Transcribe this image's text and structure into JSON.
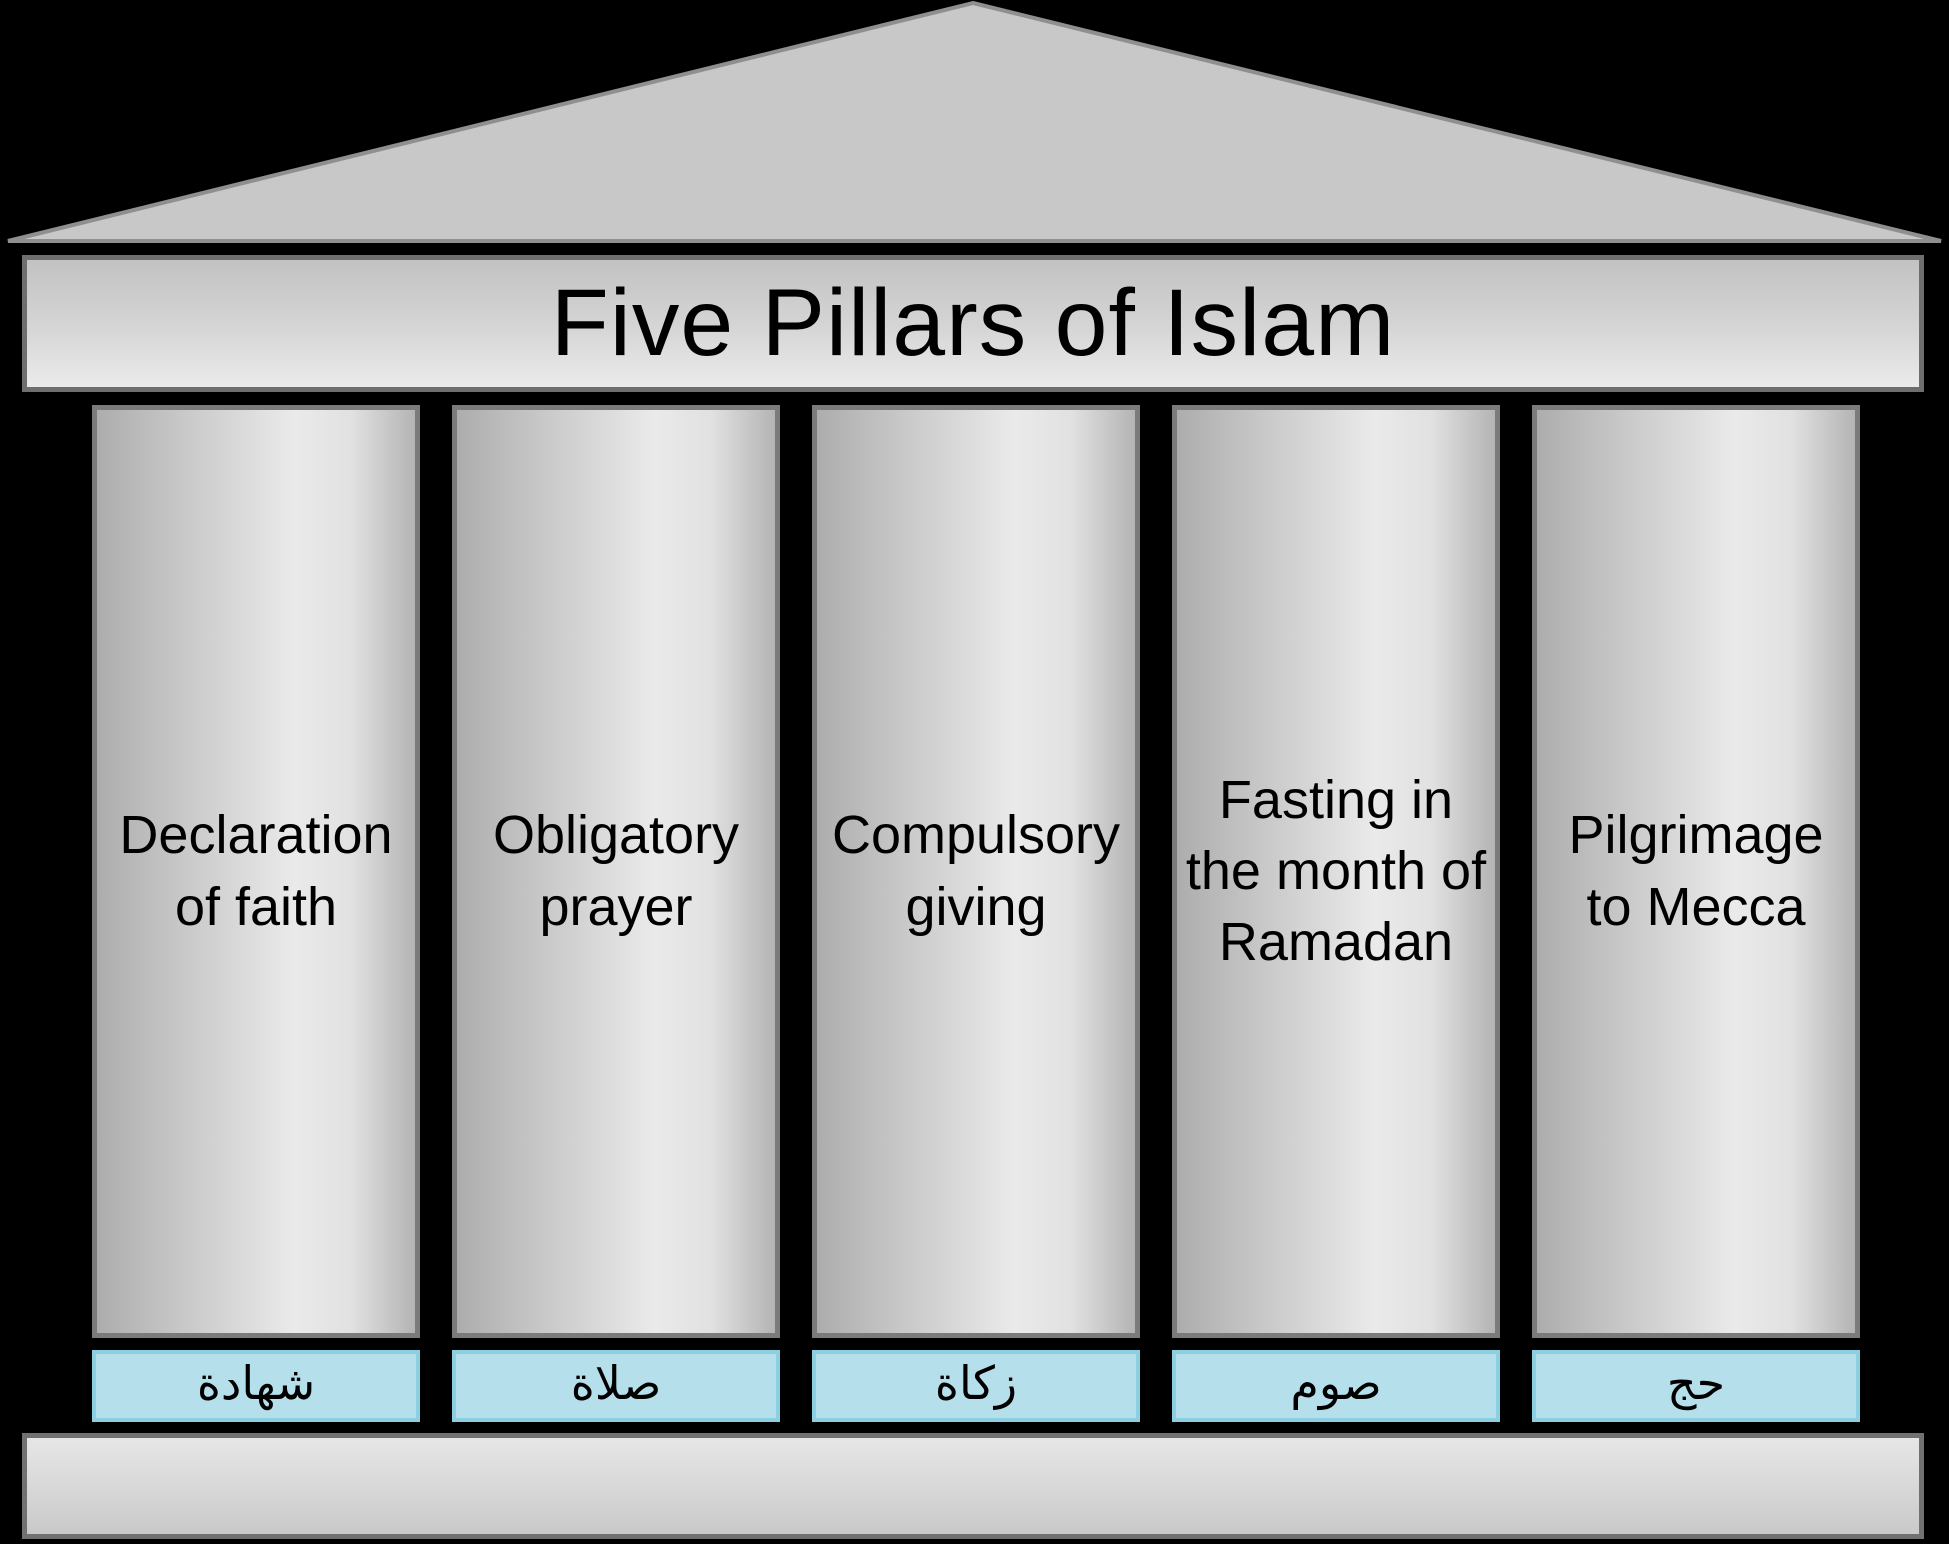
{
  "title": "Five Pillars of Islam",
  "colors": {
    "bg": "#000000",
    "text": "#000000",
    "stone_fill": "#c8c8c8",
    "stone_light": "#ebebeb",
    "stone_border": "#6e6e6e",
    "column_border": "#7b7b7b",
    "pediment_stroke": "#8f8f8f",
    "base_border": "#717171",
    "plinth_fill": "#b5dfeb",
    "plinth_border": "#8bcfe1"
  },
  "pillars": [
    {
      "en": "Declaration\nof faith",
      "ar": "شهادة"
    },
    {
      "en": "Obligatory\nprayer",
      "ar": "صلاة"
    },
    {
      "en": "Compulsory\ngiving",
      "ar": "زكاة"
    },
    {
      "en": "Fasting in\nthe month of\nRamadan",
      "ar": "صوم"
    },
    {
      "en": "Pilgrimage\nto Mecca",
      "ar": "حج"
    }
  ]
}
